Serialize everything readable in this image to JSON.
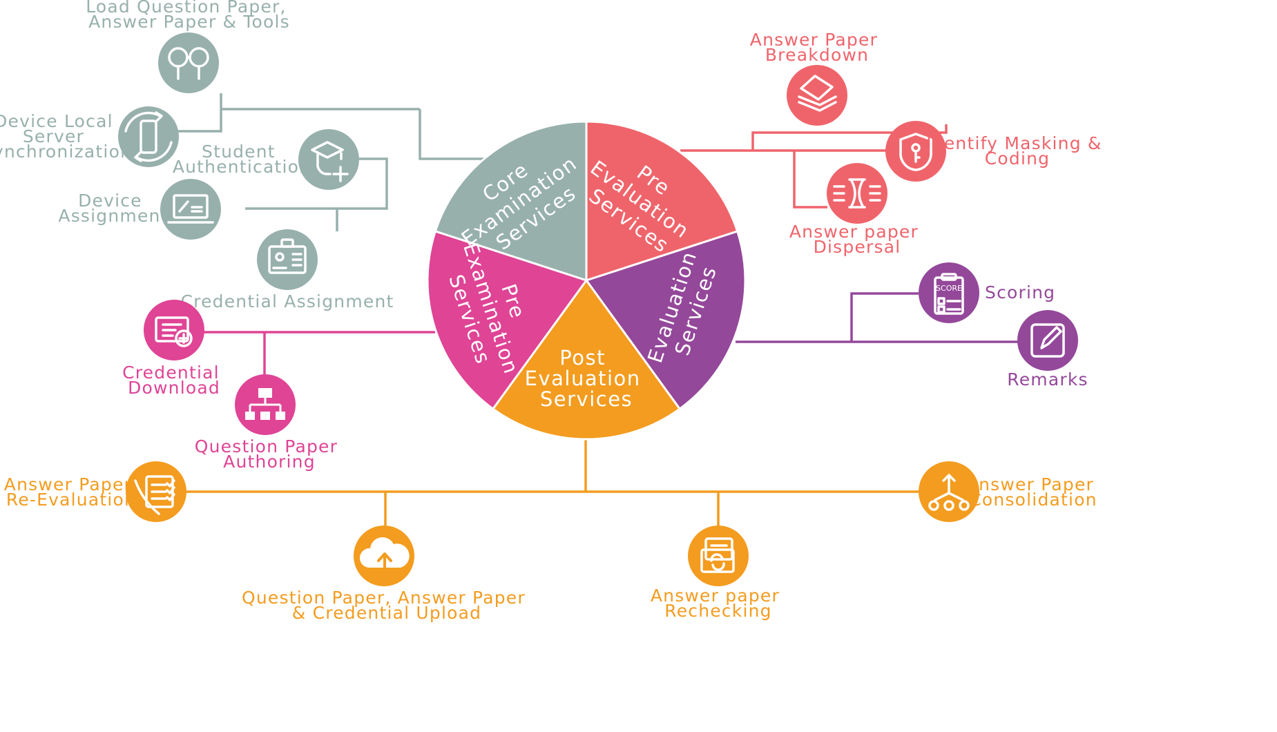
{
  "colors": {
    "core": "#97b0ac",
    "pre_eval": "#ef646b",
    "evaluation": "#94489a",
    "post_eval": "#f39c1f",
    "pre_exam": "#df4495"
  },
  "segments": {
    "core": [
      "Core",
      "Examination",
      "Services"
    ],
    "pre_eval": [
      "Pre",
      "Evaluation",
      "Services"
    ],
    "evaluation": [
      "Evaluation",
      "Services"
    ],
    "post_eval": [
      "Post",
      "Evaluation",
      "Services"
    ],
    "pre_exam": [
      "Pre",
      "Examination",
      "Services"
    ]
  },
  "nodes": {
    "load_question_paper": {
      "label": [
        "Load Question Paper,",
        "Answer Paper & Tools"
      ],
      "icon": "glasses-icon"
    },
    "device_sync": {
      "label": [
        "Device Local",
        "Server",
        "Synchronization"
      ],
      "icon": "device-sync-icon"
    },
    "student_auth": {
      "label": [
        "Student",
        "Authentication"
      ],
      "icon": "student-add-icon"
    },
    "device_assignment": {
      "label": [
        "Device",
        "Assignment"
      ],
      "icon": "laptop-icon"
    },
    "credential_assignment": {
      "label": [
        "Credential Assignment"
      ],
      "icon": "id-card-icon"
    },
    "answer_breakdown": {
      "label": [
        "Answer Paper",
        "Breakdown"
      ],
      "icon": "paper-stack-icon"
    },
    "identify_masking": {
      "label": [
        "Identify Masking &",
        "Coding"
      ],
      "icon": "shield-key-icon"
    },
    "answer_dispersal": {
      "label": [
        "Answer paper",
        "Dispersal"
      ],
      "icon": "dispersal-icon"
    },
    "scoring": {
      "label": [
        "Scoring"
      ],
      "icon": "score-card-icon",
      "badge": "SCORE"
    },
    "remarks": {
      "label": [
        "Remarks"
      ],
      "icon": "edit-icon"
    },
    "credential_download": {
      "label": [
        "Credential",
        "Download"
      ],
      "icon": "credential-download-icon"
    },
    "qp_authoring": {
      "label": [
        "Question Paper",
        "Authoring"
      ],
      "icon": "hierarchy-icon"
    },
    "re_evaluation": {
      "label": [
        "Answer Paper",
        "Re-Evaluation"
      ],
      "icon": "checklist-icon"
    },
    "upload": {
      "label": [
        "Question Paper, Answer Paper",
        "& Credential Upload"
      ],
      "icon": "cloud-upload-icon"
    },
    "rechecking": {
      "label": [
        "Answer paper",
        "Rechecking"
      ],
      "icon": "recheck-icon"
    },
    "consolidation": {
      "label": [
        "Answer Paper",
        "Consolidation"
      ],
      "icon": "merge-icon"
    }
  }
}
